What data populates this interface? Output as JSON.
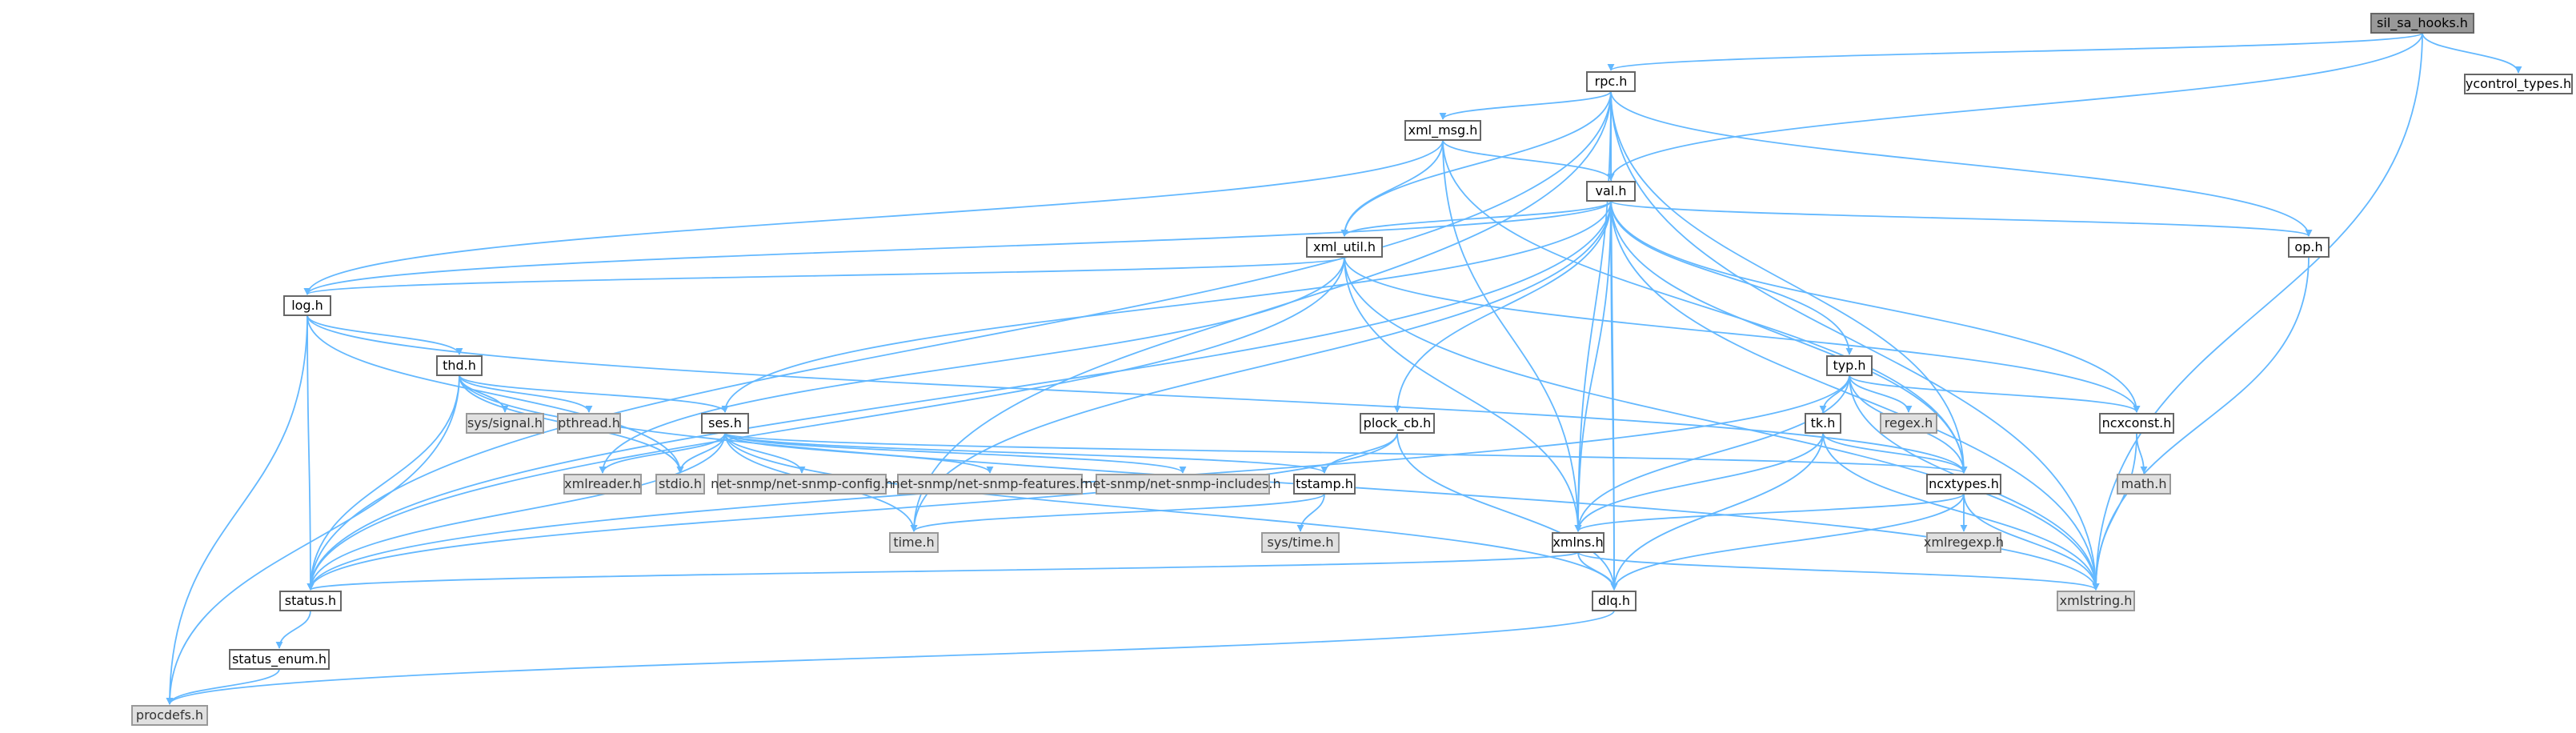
{
  "nodes": [
    {
      "id": "sil_sa_hooks",
      "label": "sil_sa_hooks.h",
      "kind": "root"
    },
    {
      "id": "ycontrol_types",
      "label": "ycontrol_types.h",
      "kind": "normal"
    },
    {
      "id": "rpc",
      "label": "rpc.h",
      "kind": "normal"
    },
    {
      "id": "xml_msg",
      "label": "xml_msg.h",
      "kind": "normal"
    },
    {
      "id": "val",
      "label": "val.h",
      "kind": "normal"
    },
    {
      "id": "xml_util",
      "label": "xml_util.h",
      "kind": "normal"
    },
    {
      "id": "op",
      "label": "op.h",
      "kind": "normal"
    },
    {
      "id": "log",
      "label": "log.h",
      "kind": "normal"
    },
    {
      "id": "thd",
      "label": "thd.h",
      "kind": "normal"
    },
    {
      "id": "typ",
      "label": "typ.h",
      "kind": "normal"
    },
    {
      "id": "sys_signal",
      "label": "sys/signal.h",
      "kind": "external"
    },
    {
      "id": "pthread",
      "label": "pthread.h",
      "kind": "external"
    },
    {
      "id": "ses",
      "label": "ses.h",
      "kind": "normal"
    },
    {
      "id": "plock_cb",
      "label": "plock_cb.h",
      "kind": "normal"
    },
    {
      "id": "tk",
      "label": "tk.h",
      "kind": "normal"
    },
    {
      "id": "regex",
      "label": "regex.h",
      "kind": "external"
    },
    {
      "id": "ncxconst",
      "label": "ncxconst.h",
      "kind": "normal"
    },
    {
      "id": "xmlreader",
      "label": "xmlreader.h",
      "kind": "external"
    },
    {
      "id": "stdio",
      "label": "stdio.h",
      "kind": "external"
    },
    {
      "id": "nsconfig",
      "label": "net-snmp/net-snmp-config.h",
      "kind": "external"
    },
    {
      "id": "nsfeatures",
      "label": "net-snmp/net-snmp-features.h",
      "kind": "external"
    },
    {
      "id": "nsincludes",
      "label": "net-snmp/net-snmp-includes.h",
      "kind": "external"
    },
    {
      "id": "tstamp",
      "label": "tstamp.h",
      "kind": "normal"
    },
    {
      "id": "ncxtypes",
      "label": "ncxtypes.h",
      "kind": "normal"
    },
    {
      "id": "math",
      "label": "math.h",
      "kind": "external"
    },
    {
      "id": "sys_time",
      "label": "sys/time.h",
      "kind": "external"
    },
    {
      "id": "xmlregexp",
      "label": "xmlregexp.h",
      "kind": "external"
    },
    {
      "id": "time",
      "label": "time.h",
      "kind": "external"
    },
    {
      "id": "xmlns",
      "label": "xmlns.h",
      "kind": "normal"
    },
    {
      "id": "status",
      "label": "status.h",
      "kind": "normal"
    },
    {
      "id": "dlq",
      "label": "dlq.h",
      "kind": "normal"
    },
    {
      "id": "xmlstring",
      "label": "xmlstring.h",
      "kind": "external"
    },
    {
      "id": "status_enum",
      "label": "status_enum.h",
      "kind": "normal"
    },
    {
      "id": "procdefs",
      "label": "procdefs.h",
      "kind": "external"
    }
  ],
  "edges": [
    [
      "sil_sa_hooks",
      "ycontrol_types"
    ],
    [
      "sil_sa_hooks",
      "rpc"
    ],
    [
      "sil_sa_hooks",
      "val"
    ],
    [
      "sil_sa_hooks",
      "xmlstring"
    ],
    [
      "rpc",
      "xml_msg"
    ],
    [
      "rpc",
      "val"
    ],
    [
      "rpc",
      "xml_util"
    ],
    [
      "rpc",
      "op"
    ],
    [
      "rpc",
      "status"
    ],
    [
      "rpc",
      "time"
    ],
    [
      "rpc",
      "xmlns"
    ],
    [
      "rpc",
      "dlq"
    ],
    [
      "rpc",
      "ncxtypes"
    ],
    [
      "rpc",
      "xmlstring"
    ],
    [
      "xml_msg",
      "val"
    ],
    [
      "xml_msg",
      "xml_util"
    ],
    [
      "xml_msg",
      "log"
    ],
    [
      "xml_msg",
      "xmlns"
    ],
    [
      "xml_msg",
      "ncxtypes"
    ],
    [
      "val",
      "xml_util"
    ],
    [
      "val",
      "op"
    ],
    [
      "val",
      "log"
    ],
    [
      "val",
      "typ"
    ],
    [
      "val",
      "ses"
    ],
    [
      "val",
      "plock_cb"
    ],
    [
      "val",
      "ncxconst"
    ],
    [
      "val",
      "xmlns"
    ],
    [
      "val",
      "dlq"
    ],
    [
      "val",
      "status"
    ],
    [
      "val",
      "ncxtypes"
    ],
    [
      "val",
      "xmlstring"
    ],
    [
      "val",
      "time"
    ],
    [
      "xml_util",
      "log"
    ],
    [
      "xml_util",
      "xmlreader"
    ],
    [
      "xml_util",
      "xmlns"
    ],
    [
      "xml_util",
      "status"
    ],
    [
      "xml_util",
      "ncxconst"
    ],
    [
      "xml_util",
      "xmlstring"
    ],
    [
      "op",
      "xmlstring"
    ],
    [
      "log",
      "thd"
    ],
    [
      "log",
      "stdio"
    ],
    [
      "log",
      "status"
    ],
    [
      "log",
      "procdefs"
    ],
    [
      "log",
      "ncxtypes"
    ],
    [
      "thd",
      "sys_signal"
    ],
    [
      "thd",
      "pthread"
    ],
    [
      "thd",
      "ses"
    ],
    [
      "thd",
      "stdio"
    ],
    [
      "thd",
      "status"
    ],
    [
      "thd",
      "procdefs"
    ],
    [
      "thd",
      "xmlstring"
    ],
    [
      "typ",
      "regex"
    ],
    [
      "typ",
      "tk"
    ],
    [
      "typ",
      "ncxconst"
    ],
    [
      "typ",
      "ncxtypes"
    ],
    [
      "typ",
      "xmlns"
    ],
    [
      "typ",
      "status"
    ],
    [
      "typ",
      "xmlstring"
    ],
    [
      "ses",
      "xmlreader"
    ],
    [
      "ses",
      "stdio"
    ],
    [
      "ses",
      "nsconfig"
    ],
    [
      "ses",
      "nsfeatures"
    ],
    [
      "ses",
      "nsincludes"
    ],
    [
      "ses",
      "tstamp"
    ],
    [
      "ses",
      "ncxtypes"
    ],
    [
      "ses",
      "time"
    ],
    [
      "ses",
      "status"
    ],
    [
      "ses",
      "dlq"
    ],
    [
      "plock_cb",
      "tstamp"
    ],
    [
      "plock_cb",
      "status"
    ],
    [
      "plock_cb",
      "dlq"
    ],
    [
      "tk",
      "ncxtypes"
    ],
    [
      "tk",
      "xmlns"
    ],
    [
      "tk",
      "dlq"
    ],
    [
      "tk",
      "xmlstring"
    ],
    [
      "ncxconst",
      "math"
    ],
    [
      "ncxconst",
      "xmlstring"
    ],
    [
      "tstamp",
      "sys_time"
    ],
    [
      "tstamp",
      "time"
    ],
    [
      "ncxtypes",
      "xmlregexp"
    ],
    [
      "ncxtypes",
      "xmlns"
    ],
    [
      "ncxtypes",
      "dlq"
    ],
    [
      "ncxtypes",
      "xmlstring"
    ],
    [
      "xmlns",
      "status"
    ],
    [
      "xmlns",
      "dlq"
    ],
    [
      "xmlns",
      "xmlstring"
    ],
    [
      "status",
      "status_enum"
    ],
    [
      "status_enum",
      "procdefs"
    ],
    [
      "dlq",
      "procdefs"
    ]
  ],
  "colors": {
    "edge": "#63b8ff",
    "root_fill": "#999999",
    "external_fill": "#e0e0e0",
    "node_border": "#666666"
  }
}
